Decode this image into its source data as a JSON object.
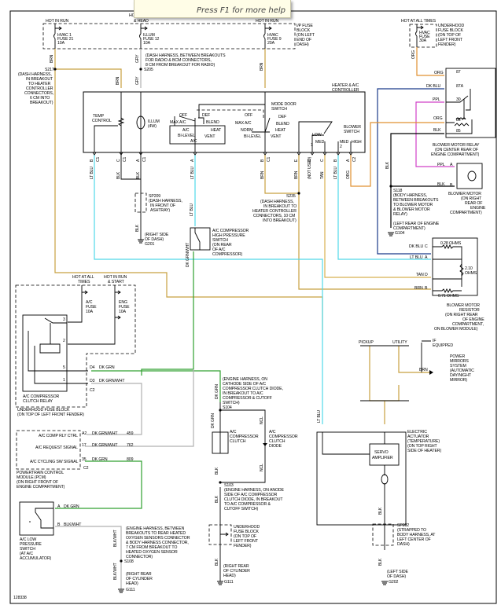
{
  "tooltip": {
    "text": "Press F1 for more help"
  },
  "colors": {
    "brn": "#c8a040",
    "orange": "#e09030",
    "lt_blu": "#50d8e8",
    "dk_blu": "#1a3a8a",
    "ppl": "#d040c8",
    "dk_grn": "#30a030",
    "tan": "#d8b050",
    "gry": "#b0b0b0",
    "blk": "#000000"
  },
  "fuses": {
    "hvac1": {
      "hot": "HOT IN RUN",
      "lines": [
        "HVAC 1",
        "FUSE 21",
        "10A"
      ]
    },
    "illum": {
      "hot1": "HOT",
      "hot2": "& HEAD",
      "lines": [
        "ILLUM",
        "FUSE 12",
        "10A"
      ]
    },
    "hvac2": {
      "hot": "HOT IN RUN",
      "lines": [
        "HVAC",
        "FUSE 9",
        "20A"
      ]
    },
    "ipblock": [
      "I/P FUSE",
      "BLOCK",
      "(ON LEFT",
      "END OF",
      "DASH)"
    ],
    "blower_fuse": {
      "hot": "HOT AT ALL TIMES",
      "lines": [
        "HVAC",
        "FUSE",
        "30A"
      ]
    },
    "underhood_block": [
      "UNDERHOOD",
      "FUSE BLOCK",
      "(ON TOP OF",
      "LEFT FRONT",
      "FENDER)"
    ]
  },
  "splices": {
    "s217": [
      "S217",
      "(DASH HARNESS,",
      "IN BREAKOUT",
      "TO HEATER",
      "CONTROLLER",
      "CONNECTORS,",
      "6 CM INTO",
      "BREAKOUT)"
    ],
    "s205": [
      "(DASH HARNESS, BETWEEN BREAKOUTS",
      "FOR RADIO & BCM CONNECTORS,",
      "8 CM FROM BREAKOUT FOR RADIO)",
      "S205"
    ],
    "s235": [
      "S235",
      "(DASH HARNESS,",
      "IN BREAKOUT TO",
      "HEATER CONTROLLER",
      "CONNECTORS, 10 CM",
      "INTO BREAKOUT)"
    ],
    "s118": [
      "S118",
      "(BODY HARNESS,",
      "BETWEEN BREAKOUTS",
      "TO BLOWER MOTOR",
      "& BLOWER MOTOR",
      "RELAY)"
    ],
    "sp209": [
      "SP209",
      "(DASH HARNESS,",
      "IN FRONT OF",
      "ASHTRAY)"
    ],
    "s104": [
      "(ENGINE HARNESS, ON",
      "CATHODE SIDE OF A/C",
      "COMPRESSOR CLUTCH DIODE,",
      "IN BREAKOUT TO A/C",
      "COMPRESSOR & CUTOFF",
      "SWITCH)",
      "S104"
    ],
    "s103": [
      "S103",
      "(ENGINE HARNESS, ON ANODE",
      "SIDE OF A/C COMPRESSOR",
      "CLUTCH DIODE, IN BREAKOUT",
      "TO A/C COMPRESSOR &",
      "CUTOFF SWITCH)"
    ],
    "s108": [
      "(ENGINE HARNESS, BETWEEN",
      "BREAKOUTS TO REAR HEATED",
      "OXYGEN SENSORS CONNECTOR",
      "& BODY HARNESS CONNECTOR,",
      "7 CM FROM BREAKOUT TO",
      "HEATED OXYGEN SENSOR",
      "CONNECTOR)",
      "S108"
    ],
    "sp202": [
      "SP202",
      "(STRAPPED TO",
      "BODY HARNESS, AT",
      "LEFT CENTER OF",
      "DASH)"
    ]
  },
  "grounds": {
    "g201": [
      "(RIGHT SIDE",
      "OF DASH)",
      "G201"
    ],
    "g104": [
      "(LEFT REAR OF ENGINE",
      "COMPARTMENT)",
      "G104"
    ],
    "g111a": [
      "(RIGHT REAR",
      "OF CYLINDER",
      "HEAD)",
      "G111"
    ],
    "g111b": [
      "(RIGHT REAR",
      "OF CYLINDER",
      "HEAD)",
      "G111"
    ],
    "g202": [
      "(LEFT SIDE",
      "OF DASH)",
      "G202"
    ]
  },
  "controller": {
    "title": [
      "HEATER & A/C",
      "CONTROLLER"
    ],
    "temp": [
      "TEMP",
      "CONTROL"
    ],
    "illum": [
      "ILLUM",
      "(4W)"
    ],
    "mode_left": {
      "off": "OFF",
      "def": "DEF",
      "max": "MAX A/C",
      "blend": "BLEND",
      "ac": "A/C",
      "heat": "HEAT",
      "bilevel": "BI-LEVEL",
      "vent": "VENT",
      "ac2": "A/C"
    },
    "mode_door": [
      "MODE DOOR",
      "SWITCH"
    ],
    "mode_right": {
      "off": "OFF",
      "def": "DEF",
      "max": "MAX A/C",
      "blend": "BLEND",
      "norm": "NORM",
      "heat": "HEAT",
      "bilevel": "BI-LEVEL",
      "vent": "VENT"
    },
    "blower_switch": [
      "BLOWER",
      "SWITCH"
    ],
    "blower_pos": {
      "low": "LOW",
      "med1": "MED",
      "med1n": "1",
      "med2": "MED",
      "med2n": "2",
      "high": "HIGH"
    },
    "pins_bottom": [
      {
        "pin": "B",
        "wire": "LT BLU",
        "c": "C1"
      },
      {
        "pin": "C",
        "wire": "BLK",
        "c": "C1"
      },
      {
        "pin": "A",
        "wire": "BLK",
        "c": "C1"
      },
      {
        "pin": "A",
        "wire": "LT BLU",
        "c": ""
      },
      {
        "pin": "B",
        "wire": "BRN",
        "c": "C1"
      },
      {
        "pin": "E",
        "wire": "BRN",
        "c": ""
      },
      {
        "pin": "D",
        "wire": "(NOT USED)",
        "c": ""
      },
      {
        "pin": "C",
        "wire": "TAN",
        "c": ""
      },
      {
        "pin": "B",
        "wire": "LT BLU",
        "c": ""
      },
      {
        "pin": "A",
        "wire": "ORG",
        "c": "C2"
      }
    ]
  },
  "blower_relay": {
    "pins": [
      {
        "wire": "ORG",
        "pin": "87"
      },
      {
        "wire": "DK BLU",
        "pin": "87A"
      },
      {
        "wire": "PPL",
        "pin": "30"
      },
      {
        "wire": "ORG",
        "pin": "86"
      },
      {
        "wire": "BLK",
        "pin": "85"
      }
    ],
    "label": [
      "BLOWER MOTOR RELAY",
      "(ON CENTER REAR OF",
      "ENGINE COMPARTMENT)"
    ]
  },
  "blower_motor": {
    "pins": [
      {
        "wire": "PPL",
        "pin": "A"
      },
      {
        "wire": "BLK",
        "pin": "B"
      }
    ],
    "label": [
      "BLOWER MOTOR",
      "(ON RIGHT",
      "REAR OF",
      "ENGINE",
      "COMPARTMENT)"
    ]
  },
  "resistor": {
    "pins": [
      {
        "wire": "DK BLU",
        "pin": "C"
      },
      {
        "wire": "LT BLU",
        "pin": "A"
      },
      {
        "wire": "TAN",
        "pin": "D"
      },
      {
        "wire": "BRN",
        "pin": "B"
      }
    ],
    "ohms1": "0.28 OHMS",
    "ohms2": [
      "2.10",
      "OHMS"
    ],
    "ohms3": "0.71 OHMS",
    "label": [
      "BLOWER MOTOR",
      "RESISTOR",
      "(ON RIGHT REAR",
      "OF ENGINE",
      "COMPARTMENT,",
      "ON BLOWER MODULE)"
    ]
  },
  "ac_high_switch": [
    "A/C COMPRESSOR",
    "HIGH PRESSURE",
    "SWITCH",
    "(ON REAR",
    "OF A/C",
    "COMPRESSOR)"
  ],
  "ac_relay_block": {
    "hot1": [
      "HOT AT ALL",
      "TIMES"
    ],
    "hot2": [
      "HOT IN RUN",
      "& START"
    ],
    "acfuse": [
      "A/C",
      "FUSE",
      "10A"
    ],
    "engfuse": [
      "ENG",
      "FUSE",
      "10A"
    ],
    "relay_label": [
      "A/C COMPRESSOR",
      "CLUTCH RELAY"
    ],
    "block_label": [
      "UNDERHOOD FUSE BLOCK",
      "(ON TOP OF LEFT FRONT FENDER)"
    ],
    "pins": [
      "3",
      "2",
      "5",
      "1"
    ],
    "out": [
      {
        "pin": "D4",
        "wire": "DK GRN"
      },
      {
        "pin": "D3",
        "wire": "DK GRN/WHT"
      },
      {
        "pin": "C2",
        "wire": ""
      }
    ]
  },
  "pcm": {
    "rows": [
      {
        "label": "A/C COMP RLY CTRL",
        "pin": "A2",
        "wire": "DK GRN/WHT",
        "circuit": "459"
      },
      {
        "label": "A/C REQUEST SIGNAL",
        "pin": "17",
        "wire": "DK GRN/WHT",
        "circuit": "762"
      },
      {
        "label": "A/C CYCLING SW SIGNAL",
        "pin": "35",
        "wire": "DK GRN",
        "circuit": "809"
      }
    ],
    "connector": "C2",
    "label": [
      "POWERTRAIN CONTROL",
      "MODULE (PCM)",
      "(ON RIGHT FRONT OF",
      "ENGINE COMPARTMENT)"
    ]
  },
  "low_switch": {
    "pins": [
      {
        "pin": "A",
        "wire": "DK GRN"
      },
      {
        "pin": "B",
        "wire": "BLK/WHT"
      }
    ],
    "label": [
      "A/C LOW",
      "PRESSURE",
      "SWITCH",
      "(AT A/C",
      "ACCUMULATOR)"
    ]
  },
  "clutch": {
    "label": [
      "A/C",
      "COMPRESSOR",
      "CLUTCH"
    ],
    "diode": [
      "A/C",
      "COMPRESSOR",
      "CLUTCH",
      "DIODE"
    ],
    "wires": {
      "top": "DK GRN",
      "top2": "DK GRN",
      "ncl": "NCL",
      "ncl2": "NCL",
      "blk": "BLK",
      "blk2": "BLK"
    }
  },
  "uhfb_bottom": [
    "UNDERHOOD",
    "FUSE BLOCK",
    "(ON TOP OF",
    "LEFT FRONT",
    "FENDER)"
  ],
  "actuator": {
    "label": [
      "ELECTRIC",
      "ACTUATOR",
      "(TEMPERATURE)",
      "(ON TOP RIGHT",
      "SIDE OF HEATER)"
    ],
    "servo": [
      "SERVO",
      "AMPLIFIER"
    ]
  },
  "options": {
    "pickup": "PICKUP",
    "utility": "UTILITY",
    "if_equipped": [
      "IF",
      "EQUIPPED"
    ],
    "brn": "BRN",
    "mirrors": [
      "POWER",
      "MIRRORS",
      "SYSTEM",
      "(AUTOMATIC",
      "DAY/NIGHT",
      "MIRROR)"
    ]
  },
  "wire_labels": {
    "brn": "BRN",
    "gry": "GRY",
    "org": "ORG",
    "blk": "BLK",
    "lt_blu": "LT BLU",
    "dk_grn_wht": "DK GRN/WHT",
    "blk_wht": "BLK/WHT"
  },
  "figure_id": "128338"
}
